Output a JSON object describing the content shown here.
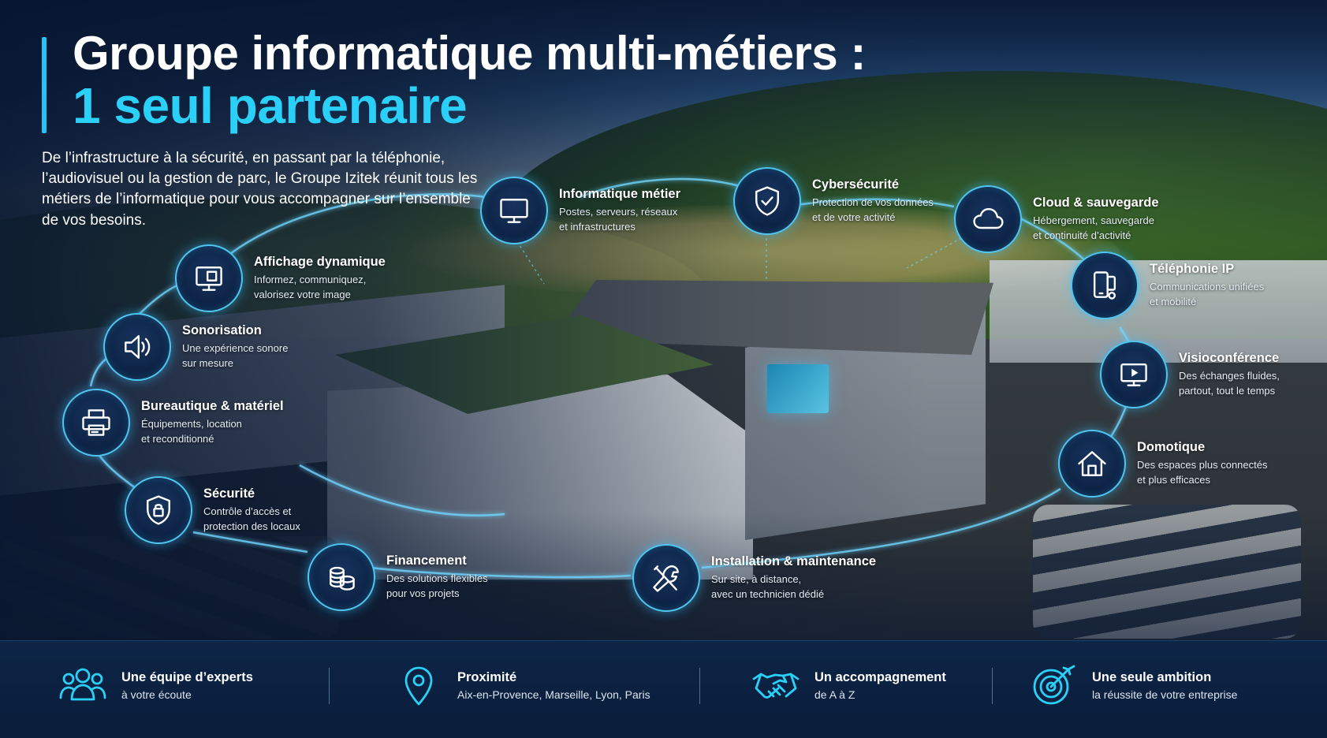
{
  "header": {
    "title_line1": "Groupe informatique multi-métiers :",
    "title_line2": "1 seul partenaire",
    "intro": "De l’infrastructure à la sécurité, en passant par la téléphonie, l’audiovisuel ou la gestion de parc, le Groupe Izitek réunit tous les métiers de l’informatique pour vous accompagner sur l’ensemble de vos besoins."
  },
  "services": [
    {
      "title": "Informatique métier",
      "desc1": "Postes, serveurs, réseaux",
      "desc2": "et infrastructures",
      "icon": "monitor-icon"
    },
    {
      "title": "Cybersécurité",
      "desc1": "Protection de vos données",
      "desc2": "et de votre activité",
      "icon": "shield-check-icon"
    },
    {
      "title": "Cloud & sauvegarde",
      "desc1": "Hébergement, sauvegarde",
      "desc2": "et continuité d’activité",
      "icon": "cloud-icon"
    },
    {
      "title": "Téléphonie IP",
      "desc1": "Communications unifiées",
      "desc2": "et mobilité",
      "icon": "phone-icon"
    },
    {
      "title": "Visioconférence",
      "desc1": "Des échanges fluides,",
      "desc2": "partout, tout le temps",
      "icon": "video-conference-icon"
    },
    {
      "title": "Domotique",
      "desc1": "Des espaces plus connectés",
      "desc2": "et plus efficaces",
      "icon": "home-icon"
    },
    {
      "title": "Installation & maintenance",
      "desc1": "Sur site, à distance,",
      "desc2": "avec un technicien dédié",
      "icon": "tools-icon"
    },
    {
      "title": "Financement",
      "desc1": "Des solutions flexibles",
      "desc2": "pour vos projets",
      "icon": "coins-icon"
    },
    {
      "title": "Sécurité",
      "desc1": "Contrôle d’accès et",
      "desc2": "protection des locaux",
      "icon": "lock-shield-icon"
    },
    {
      "title": "Bureautique & matériel",
      "desc1": "Équipements, location",
      "desc2": "et reconditionné",
      "icon": "printer-icon"
    },
    {
      "title": "Sonorisation",
      "desc1": "Une expérience sonore",
      "desc2": "sur mesure",
      "icon": "speaker-icon"
    },
    {
      "title": "Affichage dynamique",
      "desc1": "Informez, communiquez,",
      "desc2": "valorisez votre image",
      "icon": "display-icon"
    }
  ],
  "footer": [
    {
      "title": "Une équipe d’experts",
      "desc": "à votre écoute",
      "icon": "team-icon"
    },
    {
      "title": "Proximité",
      "desc": "Aix-en-Provence, Marseille, Lyon, Paris",
      "icon": "location-pin-icon"
    },
    {
      "title": "Un accompagnement",
      "desc": "de A à Z",
      "icon": "handshake-icon"
    },
    {
      "title": "Une seule ambition",
      "desc": "la réussite de votre entreprise",
      "icon": "target-icon"
    }
  ],
  "colors": {
    "accent": "#2ad0f7",
    "navy": "#0b1f3f",
    "ring": "#4fc6ef"
  }
}
